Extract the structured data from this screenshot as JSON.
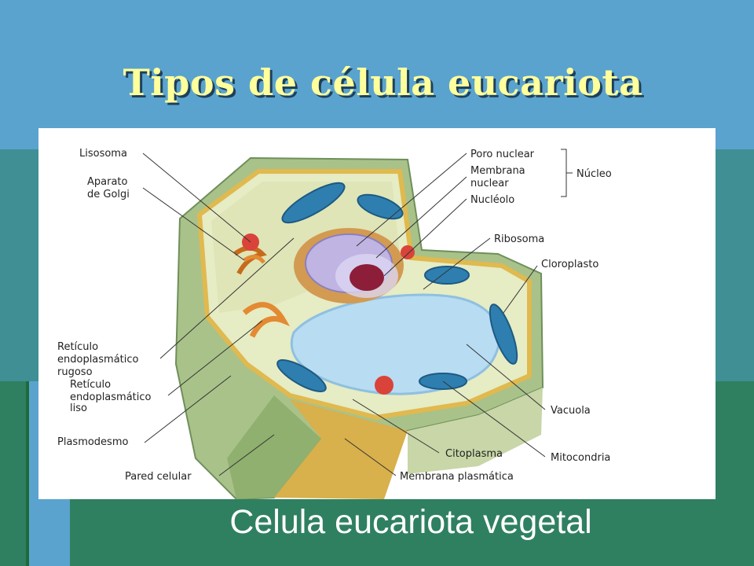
{
  "slide": {
    "title": "Tipos de célula eucariota",
    "caption": "Celula eucariota vegetal",
    "colors": {
      "background": "#5aa3cf",
      "title": "#ffff9c",
      "band_teal": "#3f8f95",
      "band_green": "#2f8060"
    }
  },
  "diagram": {
    "labels": {
      "lisosoma": "Lisosoma",
      "golgi_1": "Aparato",
      "golgi_2": "de Golgi",
      "rer_1": "Retículo",
      "rer_2": "endoplasmático",
      "rer_3": "rugoso",
      "rel_1": "Retículo",
      "rel_2": "endoplasmático",
      "rel_3": "liso",
      "plasmodesmo": "Plasmodesmo",
      "pared": "Pared celular",
      "poro": "Poro nuclear",
      "membrana_nuc_1": "Membrana",
      "membrana_nuc_2": "nuclear",
      "nucleolo": "Nucléolo",
      "nucleo": "Núcleo",
      "ribosoma": "Ribosoma",
      "cloroplasto": "Cloroplasto",
      "vacuola": "Vacuola",
      "citoplasma": "Citoplasma",
      "mitocondria": "Mitocondria",
      "membrana_plasm": "Membrana plasmática"
    }
  }
}
